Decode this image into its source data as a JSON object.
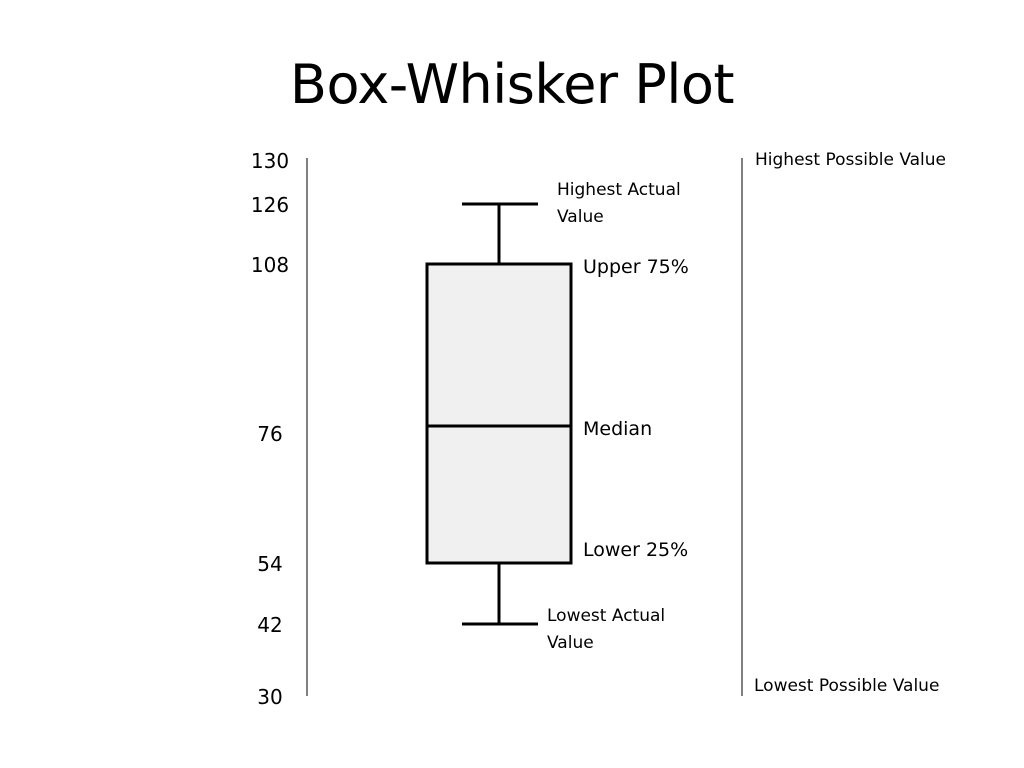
{
  "title": "Box-Whisker Plot",
  "chart_data": {
    "type": "box",
    "title": "Box-Whisker Plot",
    "ylim": [
      30,
      130
    ],
    "yticks": [
      "130",
      "126",
      "108",
      "76",
      "54",
      "42",
      "30"
    ],
    "box": {
      "min": 42,
      "q1": 54,
      "median": 76,
      "q3": 108,
      "max": 126
    },
    "box_fill": "#f0f0f0",
    "annotations": {
      "highest_actual": [
        "Highest Actual",
        "Value"
      ],
      "upper": "Upper 75%",
      "median": "Median",
      "lower": "Lower 25%",
      "lowest_actual": [
        "Lowest Actual",
        "Value"
      ],
      "highest_possible": "Highest Possible Value",
      "lowest_possible": "Lowest Possible Value"
    }
  }
}
